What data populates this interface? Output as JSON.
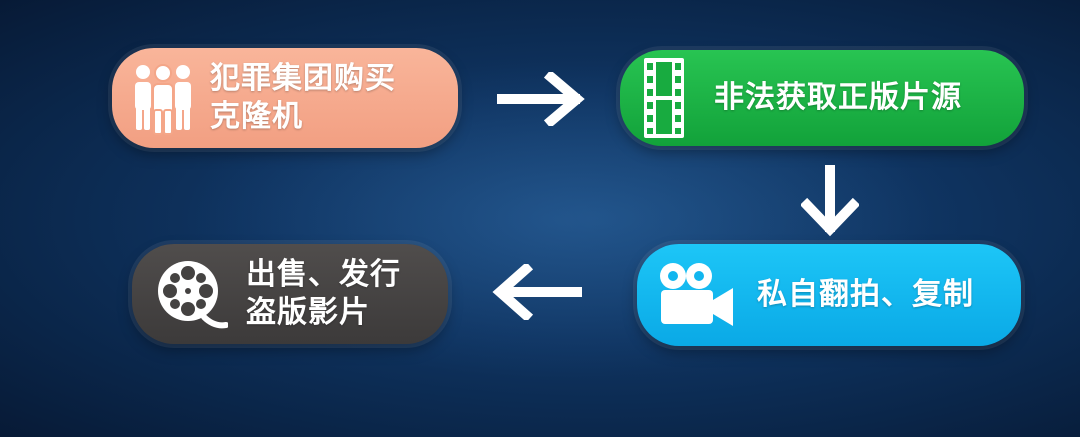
{
  "steps": [
    {
      "lines": [
        "犯罪集团购买",
        "克隆机"
      ],
      "icon": "people-group-icon",
      "color": "#f4a688"
    },
    {
      "lines": [
        "非法获取正版片源"
      ],
      "icon": "film-strip-icon",
      "color": "#18ab40"
    },
    {
      "lines": [
        "私自翻拍、复制"
      ],
      "icon": "video-camera-icon",
      "color": "#11b6ef"
    },
    {
      "lines": [
        "出售、发行",
        "盗版影片"
      ],
      "icon": "film-reel-icon",
      "color": "#444241"
    }
  ],
  "arrows": [
    "right",
    "down",
    "left"
  ],
  "colors": {
    "background": "#0f3461",
    "arrow": "#ffffff"
  }
}
